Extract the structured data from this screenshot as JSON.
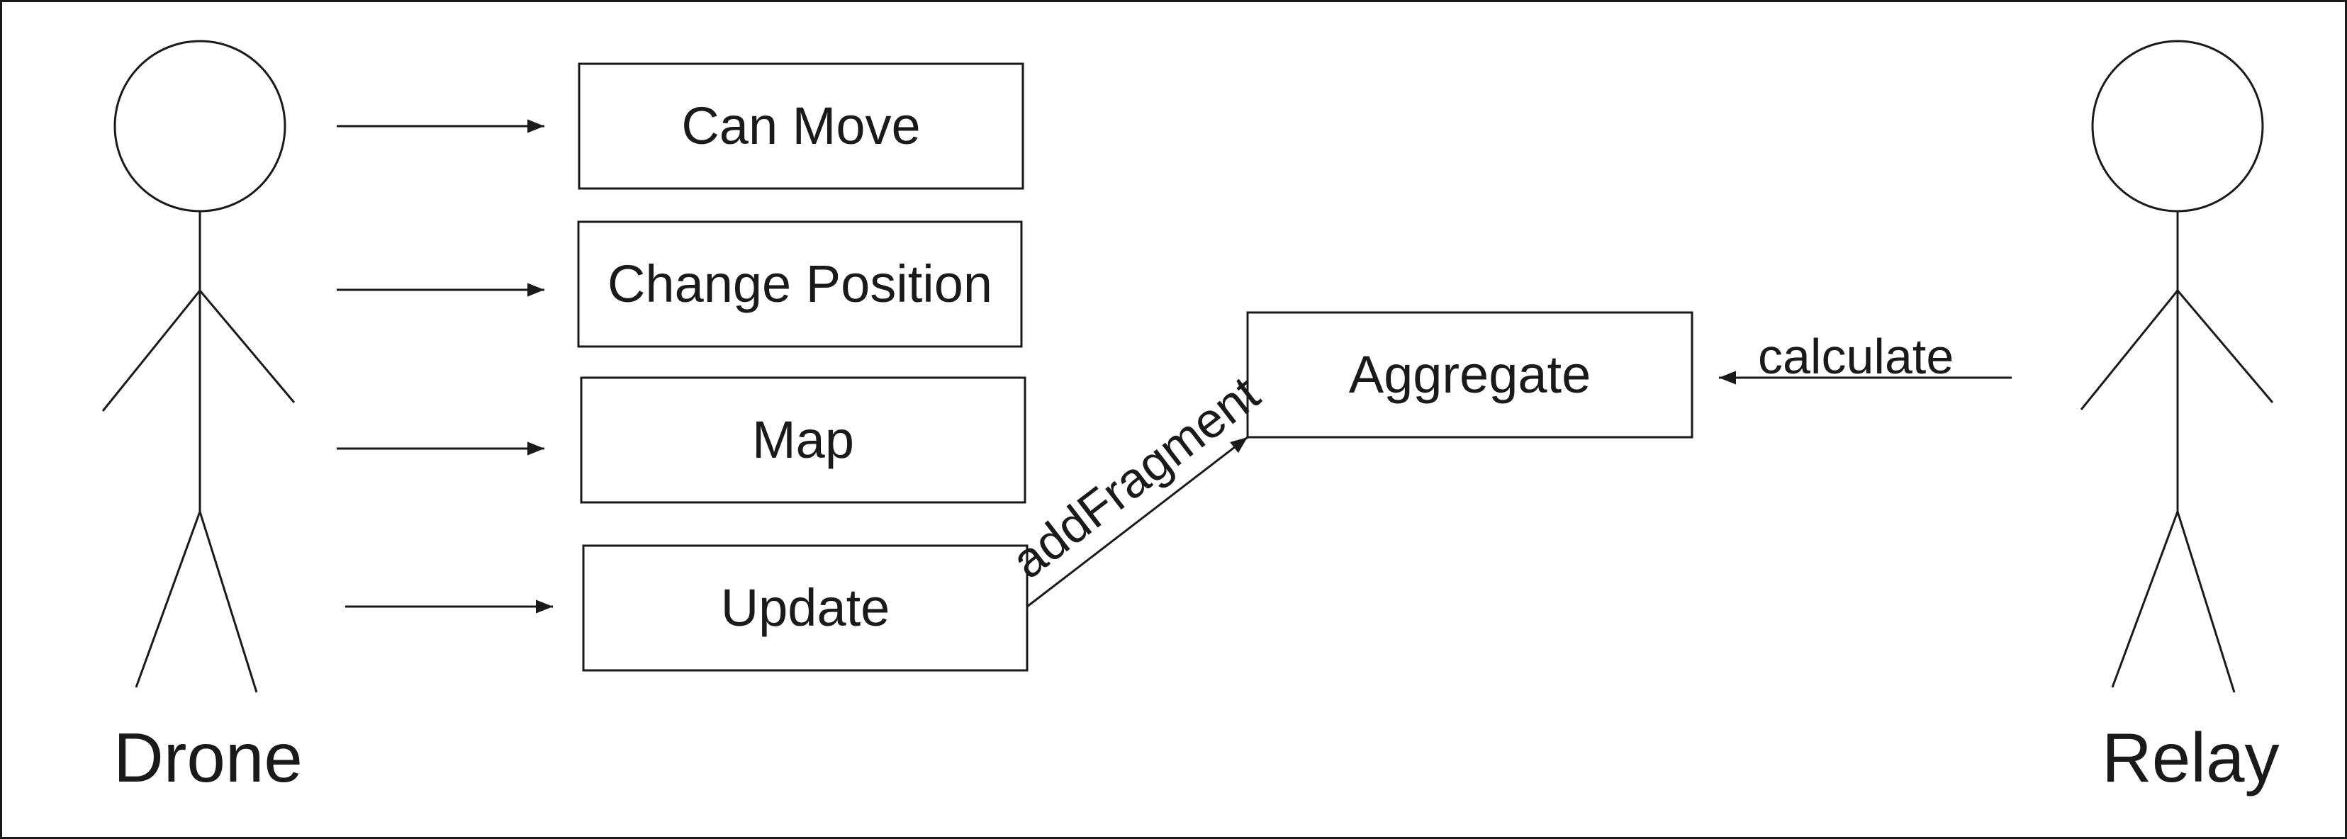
{
  "actors": {
    "drone": {
      "label": "Drone"
    },
    "relay": {
      "label": "Relay"
    }
  },
  "use_cases": {
    "can_move": "Can Move",
    "change_position": "Change Position",
    "map": "Map",
    "update": "Update",
    "aggregate": "Aggregate"
  },
  "messages": {
    "add_fragment": "addFragment",
    "calculate": "calculate"
  },
  "colors": {
    "line": "#1a1a1a",
    "background": "#ffffff"
  }
}
